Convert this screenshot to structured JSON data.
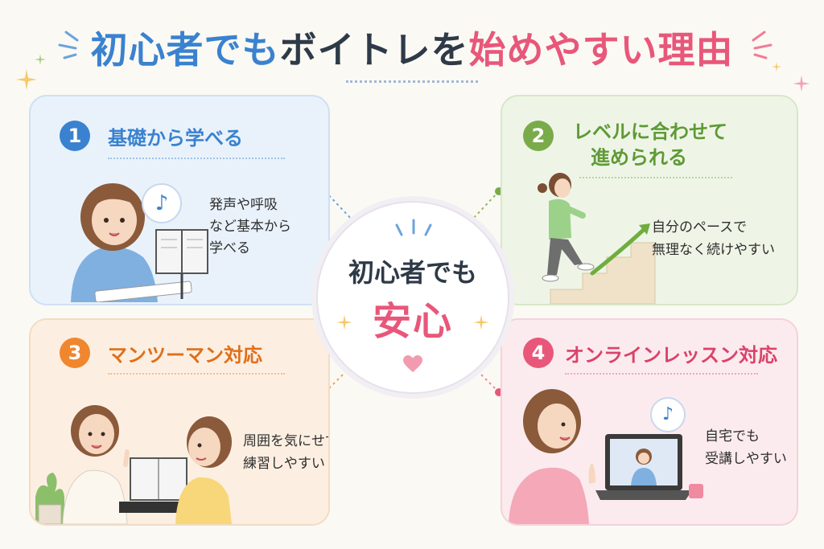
{
  "title": {
    "part1": "初心者でも",
    "part2": "ボイトレを",
    "part3": "始めやすい理由"
  },
  "center": {
    "line1": "初心者でも",
    "line2": "安心"
  },
  "cards": [
    {
      "number": "1",
      "heading_lines": [
        "基礎から学べる"
      ],
      "desc_lines": [
        "発声や呼吸",
        "など基本から",
        "学べる"
      ],
      "accent": "#3a82cf"
    },
    {
      "number": "2",
      "heading_lines": [
        "レベルに合わせて",
        "進められる"
      ],
      "desc_lines": [
        "自分のペースで",
        "無理なく続けやすい"
      ],
      "accent": "#7aab4a"
    },
    {
      "number": "3",
      "heading_lines": [
        "マンツーマン対応"
      ],
      "desc_lines": [
        "周囲を気にせず",
        "練習しやすい"
      ],
      "accent": "#f0862e"
    },
    {
      "number": "4",
      "heading_lines": [
        "オンラインレッスン対応"
      ],
      "desc_lines": [
        "自宅でも",
        "受講しやすい"
      ],
      "accent": "#e8577a"
    }
  ],
  "icons": {
    "music_note": "♪"
  }
}
